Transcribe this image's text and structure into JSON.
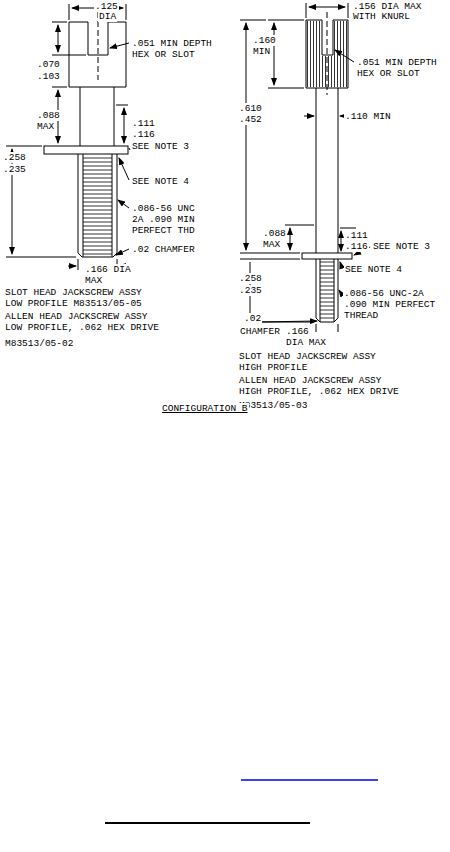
{
  "diagram": {
    "caption": "CONFIGURATION B",
    "labels": [
      ".125",
      "DIA",
      ".070",
      ".103",
      ".051 MIN DEPTH",
      "HEX OR SLOT",
      ".088",
      "MAX",
      ".111",
      ".116",
      "SEE NOTE 3",
      ".258",
      ".235",
      "SEE NOTE 4",
      ".086-56 UNC",
      "2A .090 MIN",
      "PERFECT THD",
      ".02 CHAMFER",
      ".166 DIA",
      "MAX",
      "SLOT HEAD JACKSCREW ASSY",
      "LOW PROFILE M83513/05-05",
      "ALLEN HEAD JACKSCREW ASSY",
      "LOW PROFILE, .062 HEX DRIVE",
      "M83513/05-02",
      ".156 DIA MAX",
      "WITH KNURL",
      ".160",
      "MIN",
      ".051 MIN DEPTH",
      "HEX OR SLOT",
      ".610",
      ".452",
      ".110 MIN",
      ".088",
      "MAX",
      ".111",
      ".116",
      "SEE NOTE 3",
      ".258",
      ".235",
      "SEE NOTE 4",
      ".086-56 UNC-2A",
      ".090 MIN PERFECT",
      "THREAD",
      ".02",
      "CHAMFER",
      ".166",
      "DIA MAX",
      "SLOT HEAD JACKSCREW ASSY",
      "HIGH PROFILE",
      "ALLEN HEAD JACKSCREW ASSY",
      "HIGH PROFILE, .062 HEX DRIVE",
      "M83513/05-03"
    ]
  }
}
